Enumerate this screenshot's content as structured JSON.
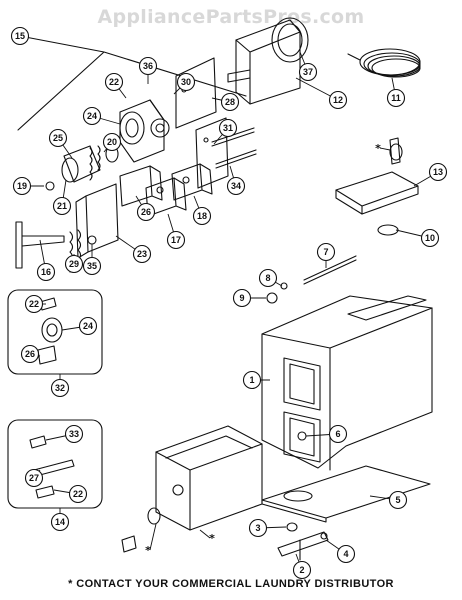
{
  "watermark": "AppliancePartsPros.com",
  "footer_note": "* CONTACT YOUR COMMERCIAL LAUNDRY DISTRIBUTOR",
  "star_symbol": "*",
  "parts": [
    "1",
    "2",
    "3",
    "4",
    "5",
    "6",
    "7",
    "8",
    "9",
    "10",
    "11",
    "12",
    "13",
    "14",
    "15",
    "16",
    "17",
    "18",
    "19",
    "20",
    "21",
    "22",
    "23",
    "24",
    "25",
    "26",
    "27",
    "28",
    "29",
    "30",
    "31",
    "32",
    "33",
    "34",
    "35",
    "36",
    "37"
  ],
  "inset_top_parts": [
    "22",
    "24",
    "26"
  ],
  "inset_top_label": "32",
  "inset_bottom_parts": [
    "33",
    "27",
    "22"
  ],
  "inset_bottom_label": "14",
  "colors": {
    "line": "#111111",
    "watermark": "#d8d8d8",
    "background": "#ffffff"
  }
}
